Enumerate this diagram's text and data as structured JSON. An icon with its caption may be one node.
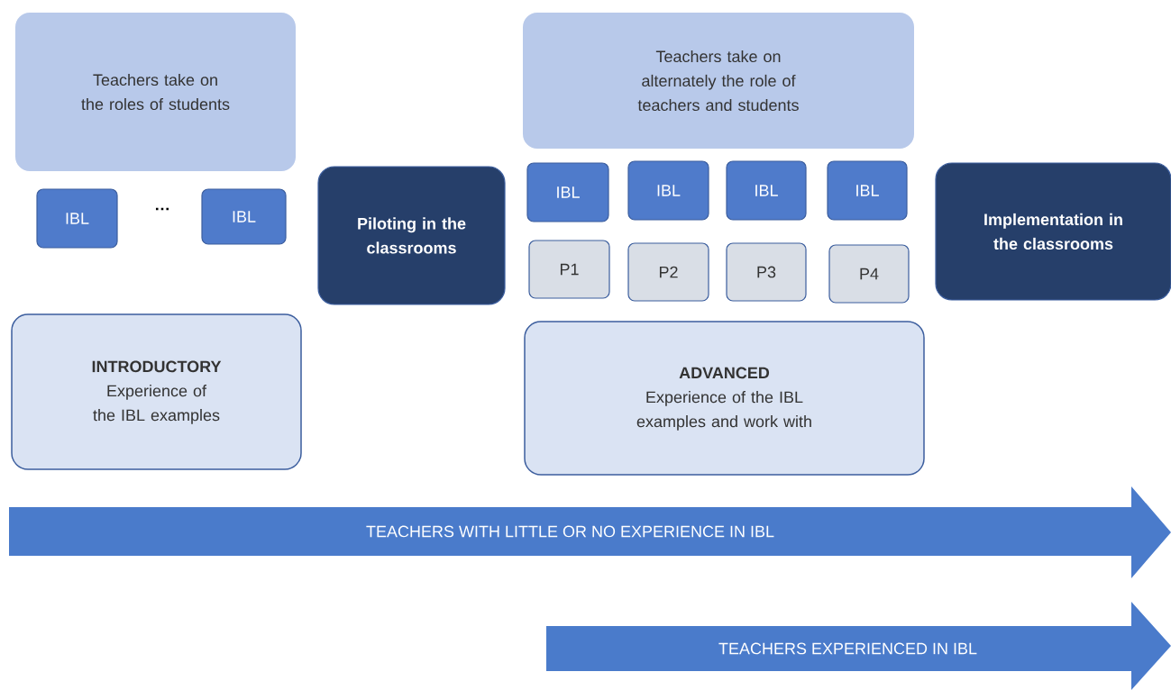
{
  "diagram": {
    "nodes": [
      {
        "text": [
          "Teachers take on the roles of students"
        ]
      },
      {
        "text": [
          "IBL"
        ]
      },
      {
        "text": [
          "IBL"
        ]
      },
      {
        "text": [
          "Piloting in the classrooms"
        ]
      },
      {
        "text": [
          "Teachers take on alternately the role of teachers and students"
        ]
      },
      {
        "text": [
          "IBL"
        ]
      },
      {
        "text": [
          "IBL"
        ]
      },
      {
        "text": [
          "IBL"
        ]
      },
      {
        "text": [
          "IBL"
        ]
      },
      {
        "text": [
          "P1"
        ]
      },
      {
        "text": [
          "P2"
        ]
      },
      {
        "text": [
          "P3"
        ]
      },
      {
        "text": [
          "P4"
        ]
      },
      {
        "text": [
          "Implementation in the classrooms"
        ]
      },
      {
        "text": [
          "INTRODUCTORY",
          "Experience of the IBL examples"
        ]
      },
      {
        "text": [
          "ADVANCED",
          "Experience of the IBL examples and work with"
        ]
      },
      {
        "text": [
          "TEACHERS WITH LITTLE OR NO EXPERIENCE IN IBL"
        ]
      },
      {
        "text": [
          "TEACHERS EXPERIENCED IN IBL"
        ]
      }
    ],
    "edges": [],
    "labels": [
      "…"
    ]
  }
}
